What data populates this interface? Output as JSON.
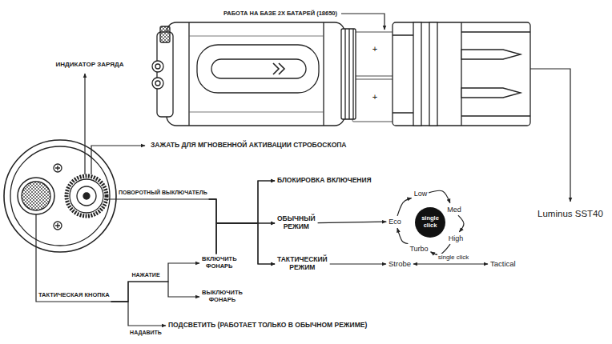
{
  "diagram": {
    "nodes": [
      {
        "text": [
          "ПОВОРОТНЫЙ ВЫКЛЮЧАТЕЛЬ"
        ]
      },
      {
        "text": [
          "БЛОКИРОВКА ВКЛЮЧЕНИЯ"
        ]
      },
      {
        "text": [
          "ОБЫЧНЫЙ РЕЖИМ"
        ]
      },
      {
        "text": [
          "Low"
        ]
      },
      {
        "text": [
          "Med"
        ]
      },
      {
        "text": [
          "single click"
        ]
      },
      {
        "text": [
          "Eco"
        ]
      },
      {
        "text": [
          "High"
        ]
      },
      {
        "text": [
          "Turbo"
        ]
      },
      {
        "text": [
          "ТАКТИЧЕСКИЙ РЕЖИМ"
        ]
      },
      {
        "text": [
          "Strobe"
        ]
      },
      {
        "text": [
          "Tactical"
        ]
      },
      {
        "text": [
          "ВКЛЮЧИТЬ ФОНАРЬ"
        ]
      },
      {
        "text": [
          "ТАКТИЧЕСКАЯ КНОПКА"
        ]
      },
      {
        "text": [
          "ВЫКЛЮЧИТЬ ФОНАРЬ"
        ]
      },
      {
        "text": [
          "ПОДСВЕТИТЬ (РАБОТАЕТ ТОЛЬКО В ОБЫЧНОМ РЕЖИМЕ)"
        ]
      }
    ],
    "edges": [
      {
        "from": 0,
        "to": 1,
        "arrow": "to"
      },
      {
        "from": 0,
        "to": 2,
        "arrow": "to"
      },
      {
        "from": 0,
        "to": 9,
        "arrow": "to"
      },
      {
        "from": 12,
        "to": 1,
        "arrow": "to"
      },
      {
        "from": 12,
        "to": 2,
        "arrow": "to"
      },
      {
        "from": 12,
        "to": 9,
        "arrow": "to"
      },
      {
        "from": 2,
        "to": 6,
        "arrow": "to"
      },
      {
        "from": 3,
        "to": 4,
        "arrow": "to"
      },
      {
        "from": 4,
        "to": 7,
        "arrow": "to"
      },
      {
        "from": 7,
        "to": 8,
        "arrow": "to"
      },
      {
        "from": 8,
        "to": 6,
        "arrow": "to"
      },
      {
        "from": 6,
        "to": 3,
        "arrow": "to"
      },
      {
        "from": 9,
        "to": 10,
        "arrow": "to"
      },
      {
        "from": 10,
        "to": 11,
        "label": "single click",
        "arrow": "both"
      },
      {
        "from": 13,
        "to": 12,
        "label": "НАЖАТИЕ",
        "arrow": "to"
      },
      {
        "from": 13,
        "to": 14,
        "arrow": "to"
      },
      {
        "from": 13,
        "to": 15,
        "label": "НАДАВИТЬ",
        "arrow": "to"
      }
    ],
    "labels": [
      "РАБОТА НА БАЗЕ 2Х БАТАРЕЙ (18650)",
      "+",
      "+",
      "ИНДИКАТОР ЗАРЯДА",
      "ЗАЖАТЬ ДЛЯ МГНОВЕННОЙ АКТИВАЦИИ СТРОБОСКОПА",
      "Luminus SST40"
    ]
  }
}
